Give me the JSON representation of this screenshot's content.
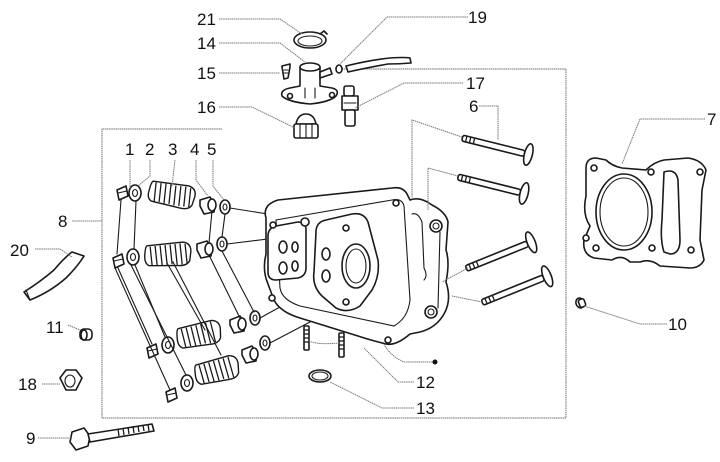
{
  "diagram": {
    "type": "exploded-parts-diagram",
    "subject": "cylinder head assembly",
    "colors": {
      "line": "#1a1a1a",
      "leader": "#7a7a7a",
      "background": "#ffffff"
    },
    "callouts": [
      {
        "id": "c1",
        "label": "1",
        "part": "valve-cotter"
      },
      {
        "id": "c2",
        "label": "2",
        "part": "spring-retainer"
      },
      {
        "id": "c3",
        "label": "3",
        "part": "valve-spring"
      },
      {
        "id": "c4",
        "label": "4",
        "part": "valve-stem-seal"
      },
      {
        "id": "c5",
        "label": "5",
        "part": "spring-seat-washer"
      },
      {
        "id": "c6",
        "label": "6",
        "part": "valves"
      },
      {
        "id": "c7",
        "label": "7",
        "part": "head-gasket"
      },
      {
        "id": "c8",
        "label": "8",
        "part": "cylinder-head-assembly"
      },
      {
        "id": "c9",
        "label": "9",
        "part": "head-bolt"
      },
      {
        "id": "c10",
        "label": "10",
        "part": "dowel-pin"
      },
      {
        "id": "c11",
        "label": "11",
        "part": "dowel-pin"
      },
      {
        "id": "c12",
        "label": "12",
        "part": "stud-bolt"
      },
      {
        "id": "c13",
        "label": "13",
        "part": "o-ring"
      },
      {
        "id": "c14",
        "label": "14",
        "part": "thermostat-cover"
      },
      {
        "id": "c15",
        "label": "15",
        "part": "screw"
      },
      {
        "id": "c16",
        "label": "16",
        "part": "thermostat"
      },
      {
        "id": "c17",
        "label": "17",
        "part": "temperature-sensor"
      },
      {
        "id": "c18",
        "label": "18",
        "part": "nut"
      },
      {
        "id": "c19",
        "label": "19",
        "part": "hose"
      },
      {
        "id": "c20",
        "label": "20",
        "part": "hose"
      },
      {
        "id": "c21",
        "label": "21",
        "part": "clamp"
      }
    ]
  }
}
